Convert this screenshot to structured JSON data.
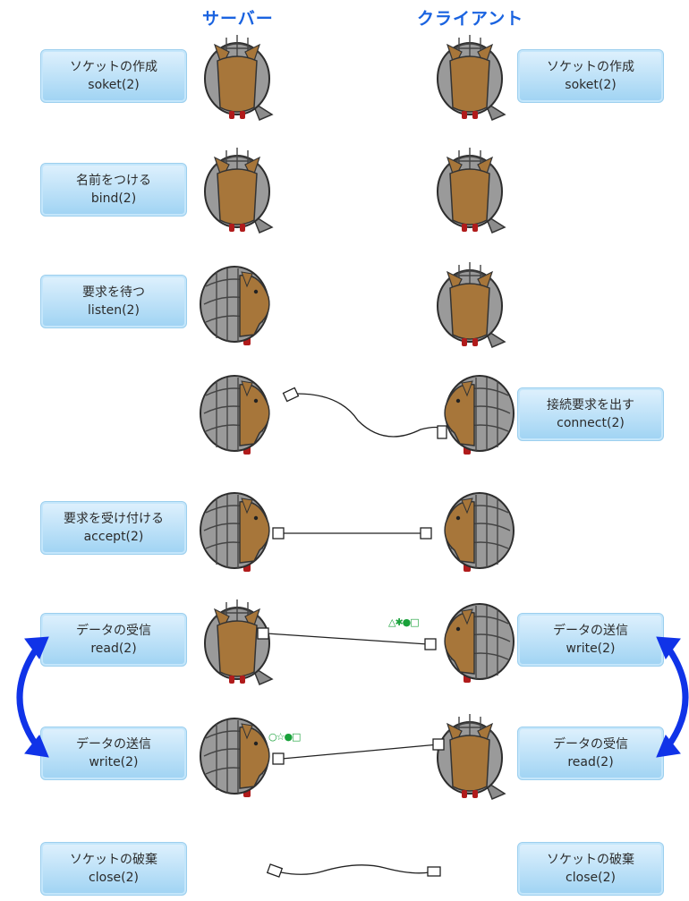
{
  "header": {
    "server": "サーバー",
    "client": "クライアント"
  },
  "server_steps": [
    {
      "label": "ソケットの作成",
      "call": "soket(2)"
    },
    {
      "label": "名前をつける",
      "call": "bind(2)"
    },
    {
      "label": "要求を待つ",
      "call": "listen(2)"
    },
    {
      "label": "要求を受け付ける",
      "call": "accept(2)"
    },
    {
      "label": "データの受信",
      "call": "read(2)"
    },
    {
      "label": "データの送信",
      "call": "write(2)"
    },
    {
      "label": "ソケットの破棄",
      "call": "close(2)"
    }
  ],
  "client_steps": [
    {
      "label": "ソケットの作成",
      "call": "soket(2)"
    },
    {
      "label": "接続要求を出す",
      "call": "connect(2)"
    },
    {
      "label": "データの送信",
      "call": "write(2)"
    },
    {
      "label": "データの受信",
      "call": "read(2)"
    },
    {
      "label": "ソケットの破棄",
      "call": "close(2)"
    }
  ],
  "payload_labels": {
    "client_send": "△✱●□",
    "server_send": "○☆●□"
  },
  "colors": {
    "title": "#1a63e0",
    "box_top": "#dff1fd",
    "box_bottom": "#9fd3f3",
    "arrow": "#1033e8",
    "shell": "#9a9a9a",
    "body": "#a7763a",
    "letter": "#19a13a"
  }
}
